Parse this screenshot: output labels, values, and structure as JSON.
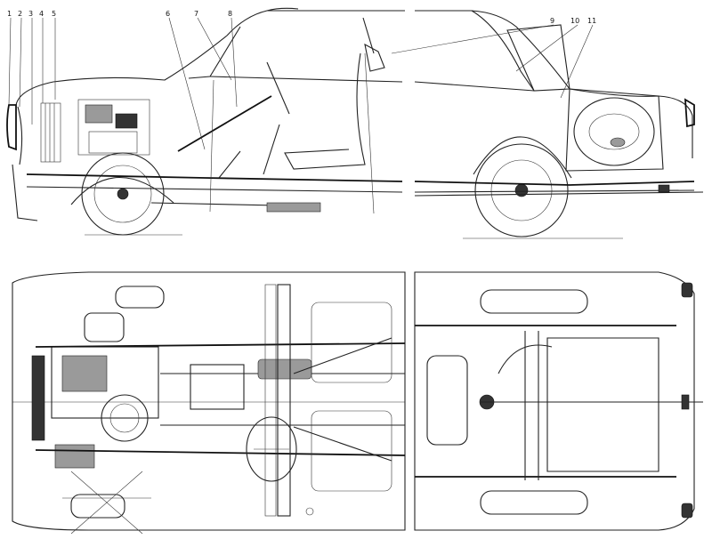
{
  "callouts": [
    {
      "label": "1"
    },
    {
      "label": "2"
    },
    {
      "label": "3"
    },
    {
      "label": "4"
    },
    {
      "label": "5"
    },
    {
      "label": "6"
    },
    {
      "label": "7"
    },
    {
      "label": "8"
    },
    {
      "label": "9"
    },
    {
      "label": "10"
    },
    {
      "label": "11"
    }
  ],
  "colors": {
    "ink": "#222222",
    "paper": "#ffffff"
  }
}
